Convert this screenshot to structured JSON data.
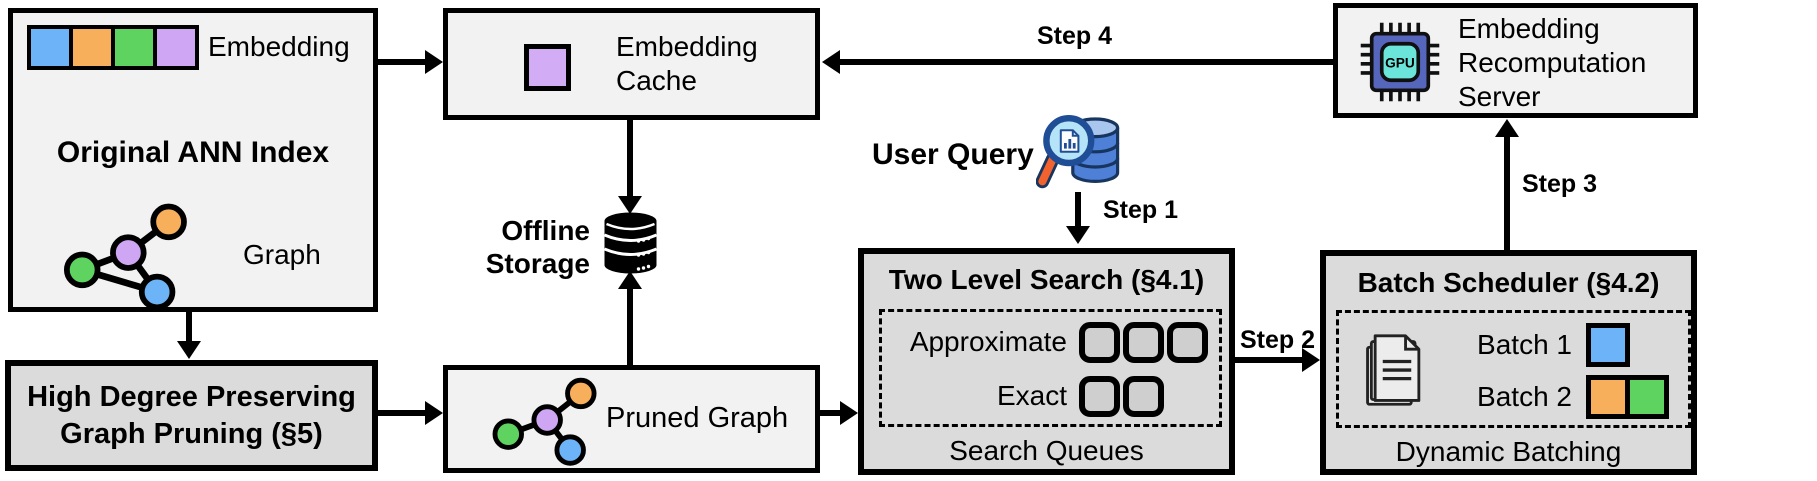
{
  "ann_index": {
    "embedding_label": "Embedding",
    "title": "Original ANN Index",
    "graph_label": "Graph"
  },
  "embedding_cache": {
    "lines": [
      "Embedding",
      "Cache"
    ]
  },
  "offline_storage": {
    "lines": [
      "Offline",
      "Storage"
    ]
  },
  "user_query": {
    "label": "User Query"
  },
  "two_level_search": {
    "title": "Two Level Search (§4.1)",
    "approximate_label": "Approximate",
    "exact_label": "Exact",
    "footer": "Search Queues",
    "approximate_queue_count": 3,
    "exact_queue_count": 2
  },
  "batch_scheduler": {
    "title": "Batch Scheduler (§4.2)",
    "batch1_label": "Batch 1",
    "batch2_label": "Batch 2",
    "footer": "Dynamic Batching"
  },
  "recomputation_server": {
    "lines": [
      "Embedding",
      "Recomputation",
      "Server"
    ],
    "gpu_chip_label": "GPU"
  },
  "high_degree_pruning": {
    "lines": [
      "High Degree Preserving",
      "Graph Pruning (§5)"
    ]
  },
  "pruned_graph": {
    "label": "Pruned Graph"
  },
  "steps": {
    "step1": "Step 1",
    "step2": "Step 2",
    "step3": "Step 3",
    "step4": "Step 4"
  },
  "palette": {
    "blue": "#6CB4F7",
    "orange": "#F8AF5B",
    "green": "#5FD360",
    "purple": "#CFA6F3",
    "cache_purple": "#D2ACF4",
    "box_light": "#F2F2F2",
    "box_dark": "#DBDBDB",
    "queue_fill": "#CFCFCF",
    "gpu_body": "#5666BD",
    "gpu_core": "#6BE5DA",
    "db_blue": "#4E80D8",
    "db_top": "#A9C6EE",
    "lens_blue": "#B5E3F7",
    "handle_orange": "#F2622E"
  }
}
